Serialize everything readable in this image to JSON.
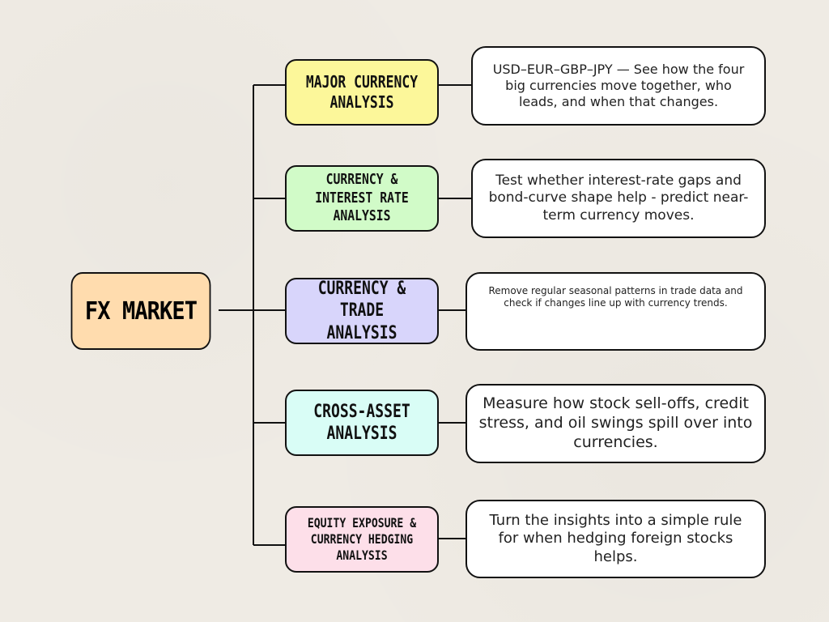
{
  "root": {
    "label": "FX MARKET"
  },
  "branches": [
    {
      "category": "MAJOR CURRENCY ANALYSIS",
      "description": "USD–EUR–GBP–JPY — See how the four big currencies move together, who leads, and when that changes.",
      "fill": "#fcf79a"
    },
    {
      "category": "CURRENCY & INTEREST RATE ANALYSIS",
      "description": "Test whether interest-rate gaps and bond-curve shape help - predict near-term currency moves.",
      "fill": "#d1fbc8"
    },
    {
      "category": "CURRENCY & TRADE ANALYSIS",
      "description": "Remove regular seasonal patterns in trade data and check if changes line up with currency trends.",
      "fill": "#d8d5fb"
    },
    {
      "category": "CROSS-ASSET ANALYSIS",
      "description": "Measure how stock sell-offs, credit stress, and oil swings spill over into currencies.",
      "fill": "#d9fdf6"
    },
    {
      "category": "EQUITY EXPOSURE & CURRENCY HEDGING ANALYSIS",
      "description": "Turn the insights into a simple rule for when hedging foreign stocks helps.",
      "fill": "#fddfe9"
    }
  ]
}
